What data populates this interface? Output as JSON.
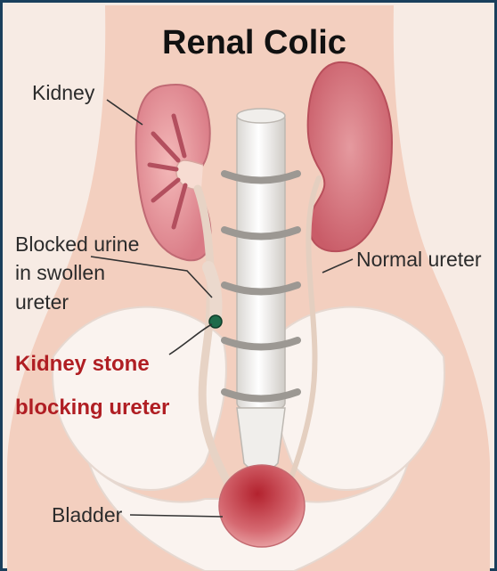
{
  "title": "Renal Colic",
  "labels": {
    "kidney": "Kidney",
    "blocked_line1": "Blocked urine",
    "blocked_line2": "in swollen",
    "blocked_line3": "ureter",
    "normal_ureter": "Normal ureter",
    "stone_line1": "Kidney stone",
    "stone_line2": "blocking ureter",
    "bladder": "Bladder"
  },
  "colors": {
    "background": "#f5e8e0",
    "body_skin": "#f2c9b8",
    "kidney": "#d97a85",
    "stone": "#1f6b4a",
    "emphasis_text": "#b01e23",
    "frame_border": "#1a3f5c"
  }
}
